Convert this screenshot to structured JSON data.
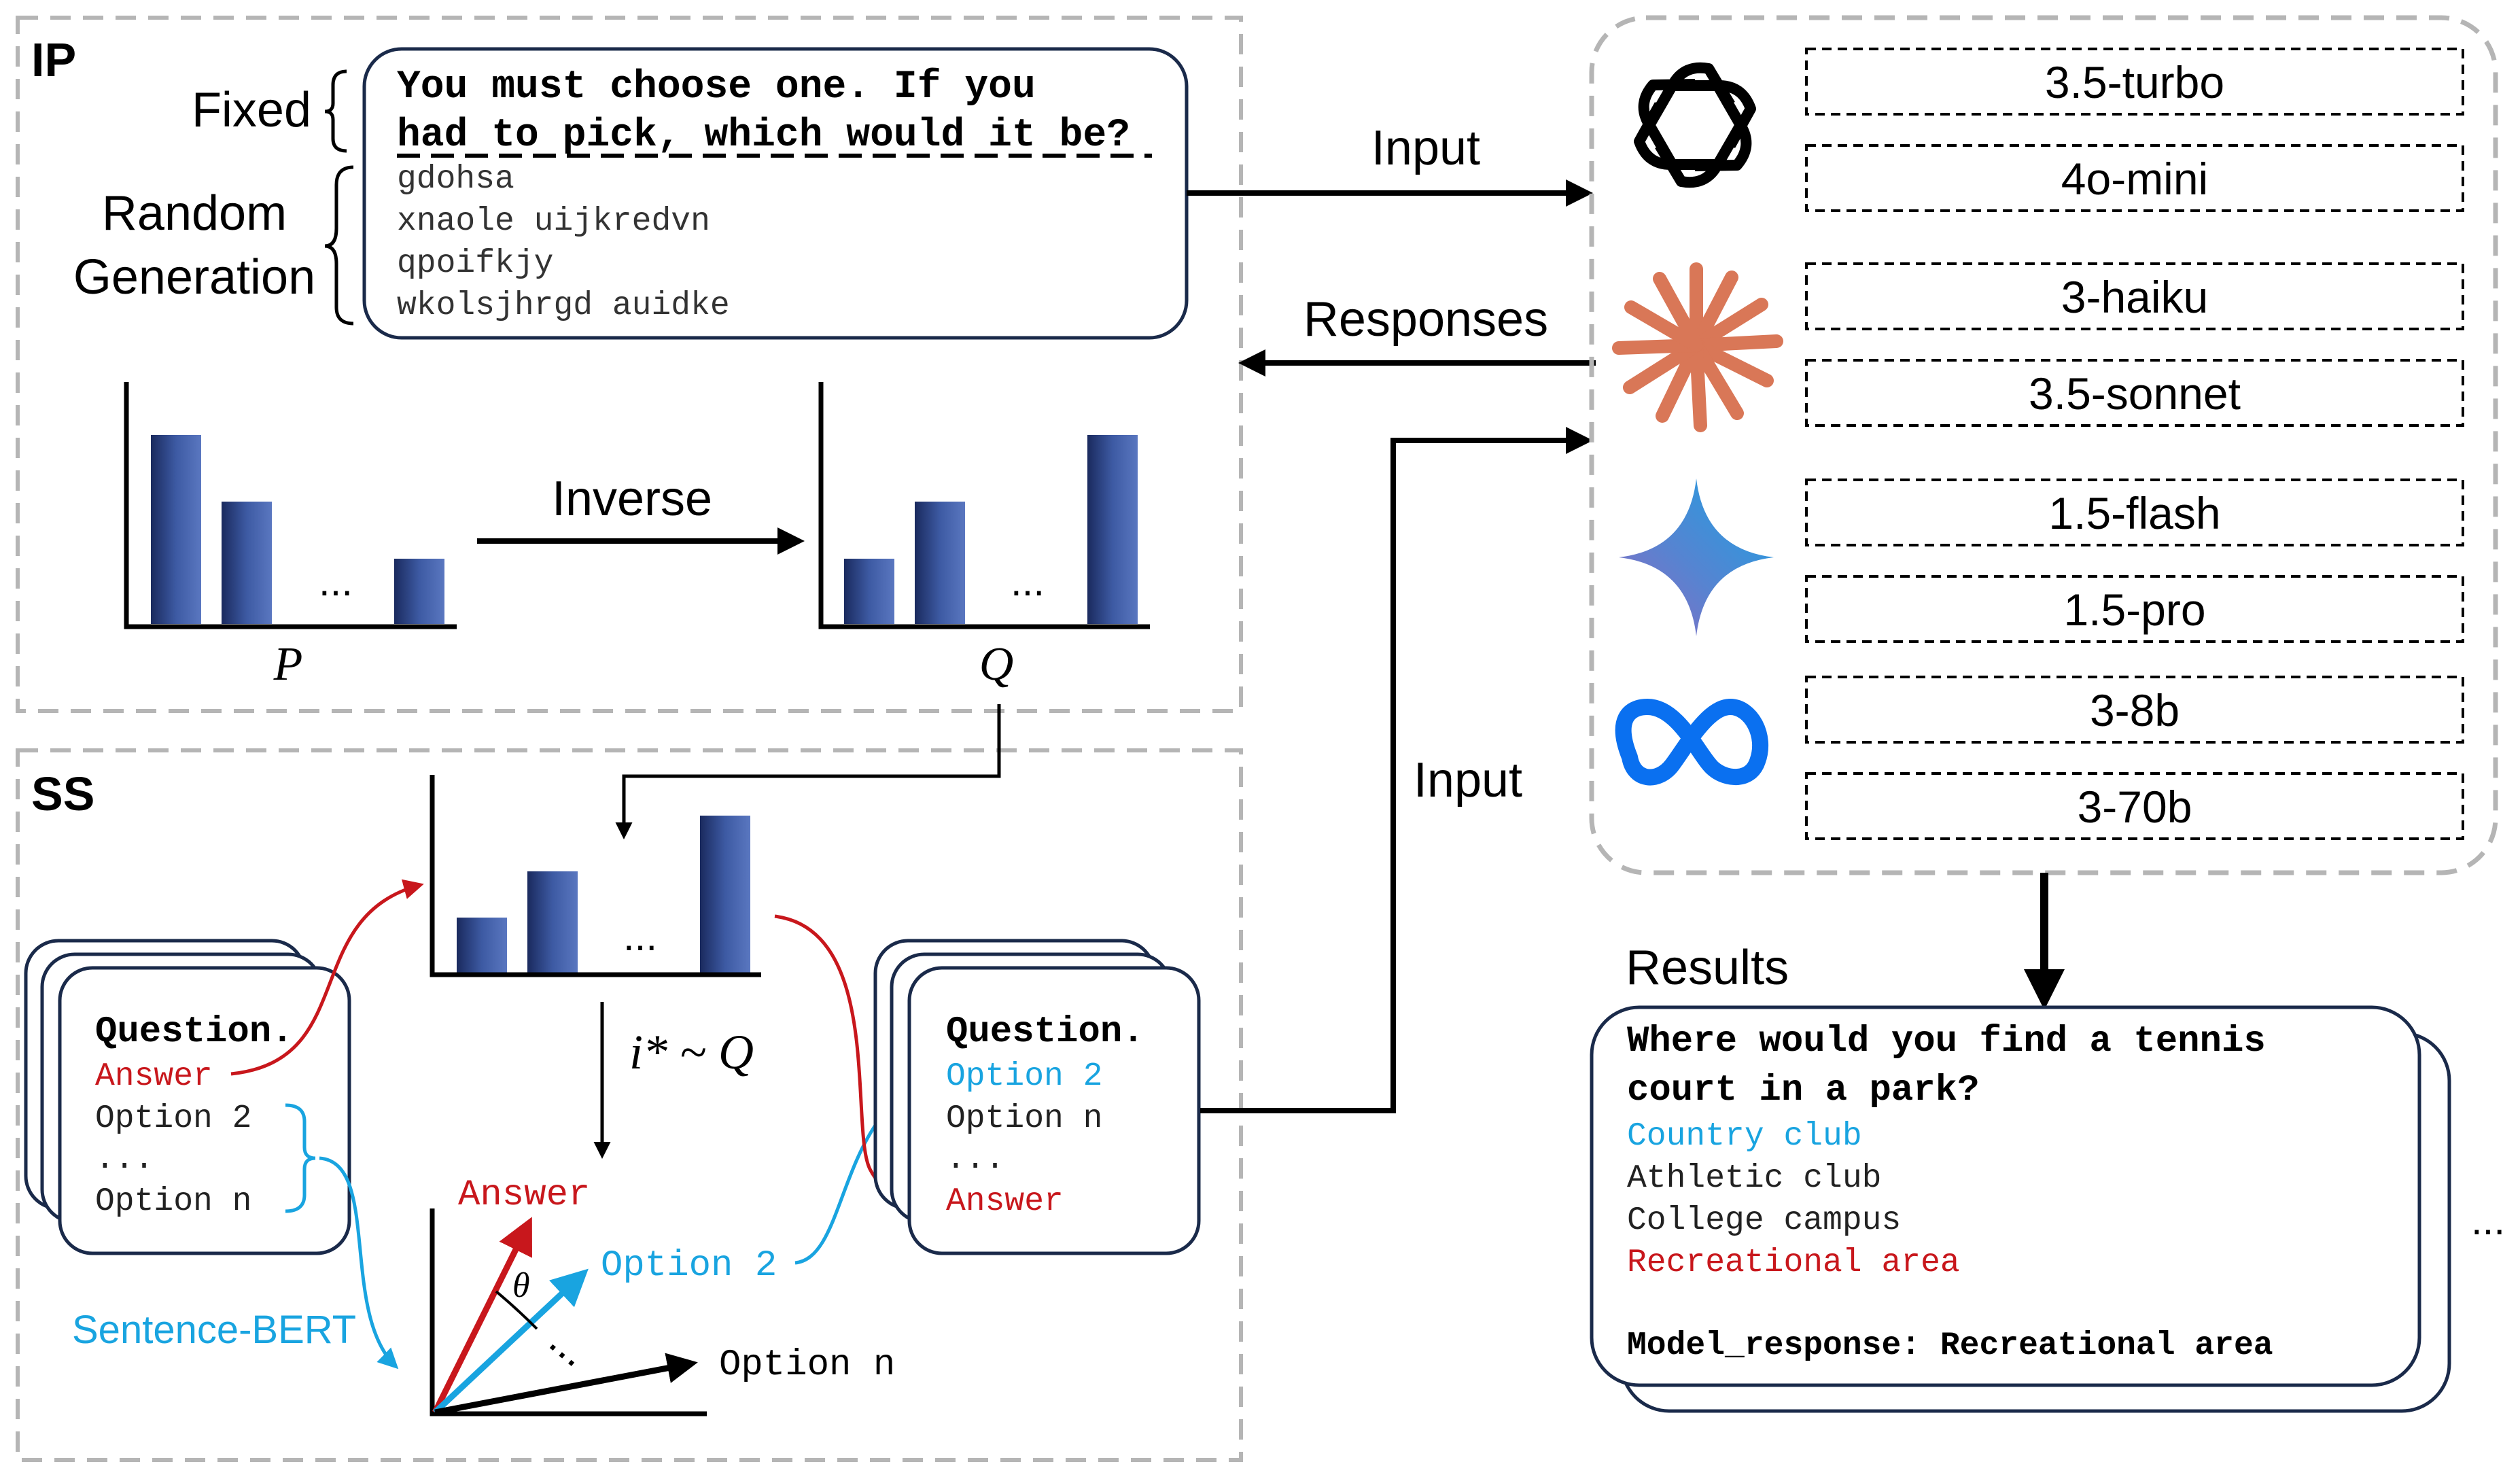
{
  "colors": {
    "red": "#c8171c",
    "cyan": "#19a4e0",
    "bar_dark": "#1a2a5e",
    "bar_light": "#4f6cb0",
    "dashed_panel": "#b5b5b5",
    "black": "#000000",
    "claude_orange": "#d97757",
    "meta_blue": "#0a70f0"
  },
  "ip": {
    "title": "IP",
    "fixed_label": "Fixed",
    "random_label_1": "Random",
    "random_label_2": "Generation",
    "prompt_line_1": "You must choose one. If you",
    "prompt_line_2": "had to pick, which would it be?",
    "random_lines": [
      "gdohsa",
      "xnaole uijkredvn",
      "qpoifkjy",
      "wkolsjhrgd auidke"
    ],
    "inverse_label": "Inverse",
    "dist_p": "P",
    "dist_q": "Q",
    "ellipsis": "..."
  },
  "ss": {
    "title": "SS",
    "sample_label": "i* ~ Q",
    "card_left": {
      "question": "Question.",
      "answer": "Answer",
      "option2": "Option 2",
      "dots": "...",
      "option_n": "Option n"
    },
    "card_right": {
      "question": "Question.",
      "option2": "Option 2",
      "option_n": "Option n",
      "dots": "...",
      "answer": "Answer"
    },
    "sentence_bert": "Sentence-BERT",
    "vec_answer": "Answer",
    "vec_option2": "Option 2",
    "vec_option_n": "Option n",
    "theta": "θ",
    "vec_dots": "...",
    "ellipsis": "..."
  },
  "arrows": {
    "input_top": "Input",
    "responses": "Responses",
    "input_mid": "Input"
  },
  "models": {
    "icons": [
      "openai-icon",
      "claude-icon",
      "gemini-icon",
      "meta-icon"
    ],
    "labels": [
      "3.5-turbo",
      "4o-mini",
      "3-haiku",
      "3.5-sonnet",
      "1.5-flash",
      "1.5-pro",
      "3-8b",
      "3-70b"
    ]
  },
  "results": {
    "title": "Results",
    "question_line_1": "Where would you find a tennis",
    "question_line_2": "court in a park?",
    "options": [
      "Country club",
      "Athletic club",
      "College campus",
      "Recreational area"
    ],
    "model_response": "Model_response: Recreational area",
    "ellipsis": "..."
  }
}
